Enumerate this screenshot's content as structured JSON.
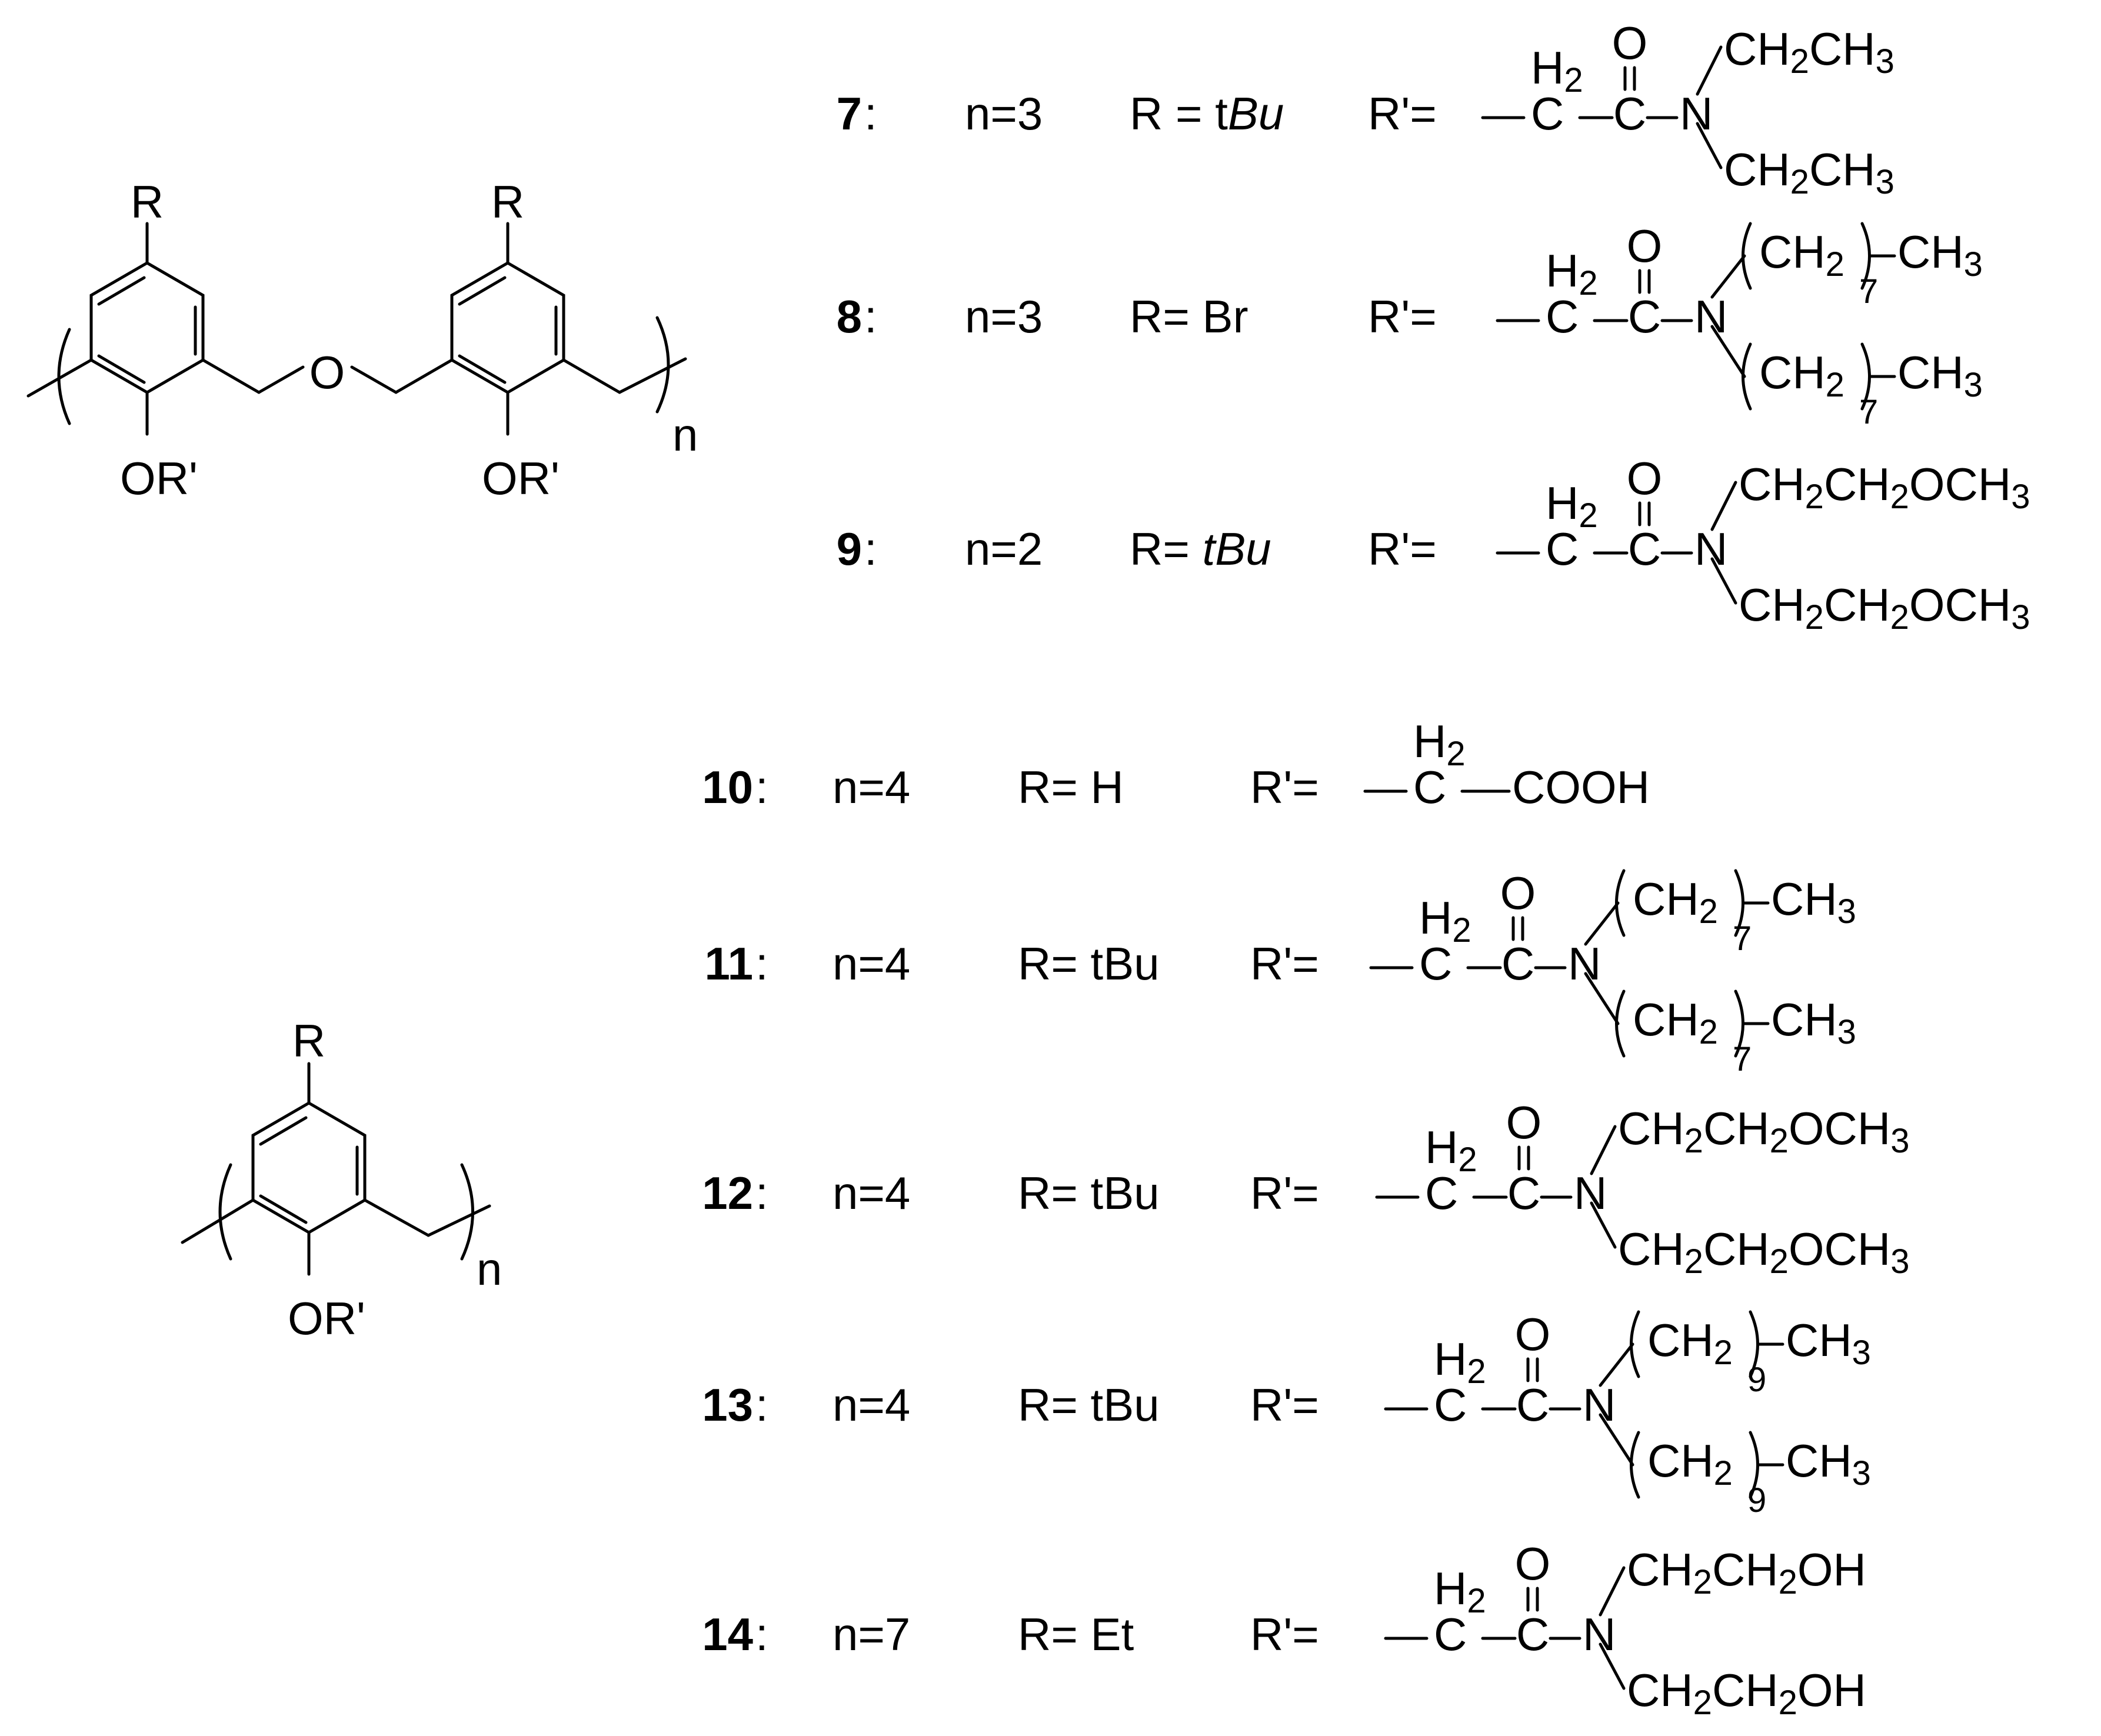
{
  "structures": [
    {
      "id": "calixarene_ether_dimer",
      "labels": [
        "R",
        "R",
        "O",
        "OR'",
        "OR'",
        "n"
      ]
    },
    {
      "id": "calixarene_unit",
      "labels": [
        "R",
        "OR'",
        "n"
      ]
    }
  ],
  "compounds": [
    {
      "number": "7",
      "n": "n=3",
      "R_parts": [
        "R = t",
        "Bu"
      ],
      "R_italic": [
        false,
        true
      ],
      "Rp_label": "R'="
    },
    {
      "number": "8",
      "n": "n=3",
      "R_parts": [
        "R= Br"
      ],
      "R_italic": [
        false
      ],
      "Rp_label": "R'="
    },
    {
      "number": "9",
      "n": "n=2",
      "R_parts": [
        "R= ",
        "tBu"
      ],
      "R_italic": [
        false,
        true
      ],
      "Rp_label": "R'="
    },
    {
      "number": "10",
      "n": "n=4",
      "R_parts": [
        "R= H"
      ],
      "R_italic": [
        false
      ],
      "Rp_label": "R'="
    },
    {
      "number": "11",
      "n": "n=4",
      "R_parts": [
        "R= tBu"
      ],
      "R_italic": [
        false
      ],
      "Rp_label": "R'="
    },
    {
      "number": "12",
      "n": "n=4",
      "R_parts": [
        "R= tBu"
      ],
      "R_italic": [
        false
      ],
      "Rp_label": "R'="
    },
    {
      "number": "13",
      "n": "n=4",
      "R_parts": [
        "R= tBu"
      ],
      "R_italic": [
        false
      ],
      "Rp_label": "R'="
    },
    {
      "number": "14",
      "n": "n=7",
      "R_parts": [
        "R= Et"
      ],
      "R_italic": [
        false
      ],
      "Rp_label": "R'="
    }
  ],
  "fragments": {
    "ch2": [
      "H",
      "2",
      "C"
    ],
    "carbonyl": [
      "O",
      "C"
    ],
    "nitrogen": "N",
    "cooh": "COOH",
    "ethyl": [
      "CH",
      "2",
      "CH",
      "3"
    ],
    "octyl": [
      "CH",
      "2",
      "7",
      "CH",
      "3"
    ],
    "decyl": [
      "CH",
      "2",
      "9",
      "CH",
      "3"
    ],
    "methoxyethyl": [
      "CH",
      "2",
      "CH",
      "2",
      "OCH",
      "3"
    ],
    "hydroxyethyl": [
      "CH",
      "2",
      "CH",
      "2",
      "OH"
    ]
  }
}
